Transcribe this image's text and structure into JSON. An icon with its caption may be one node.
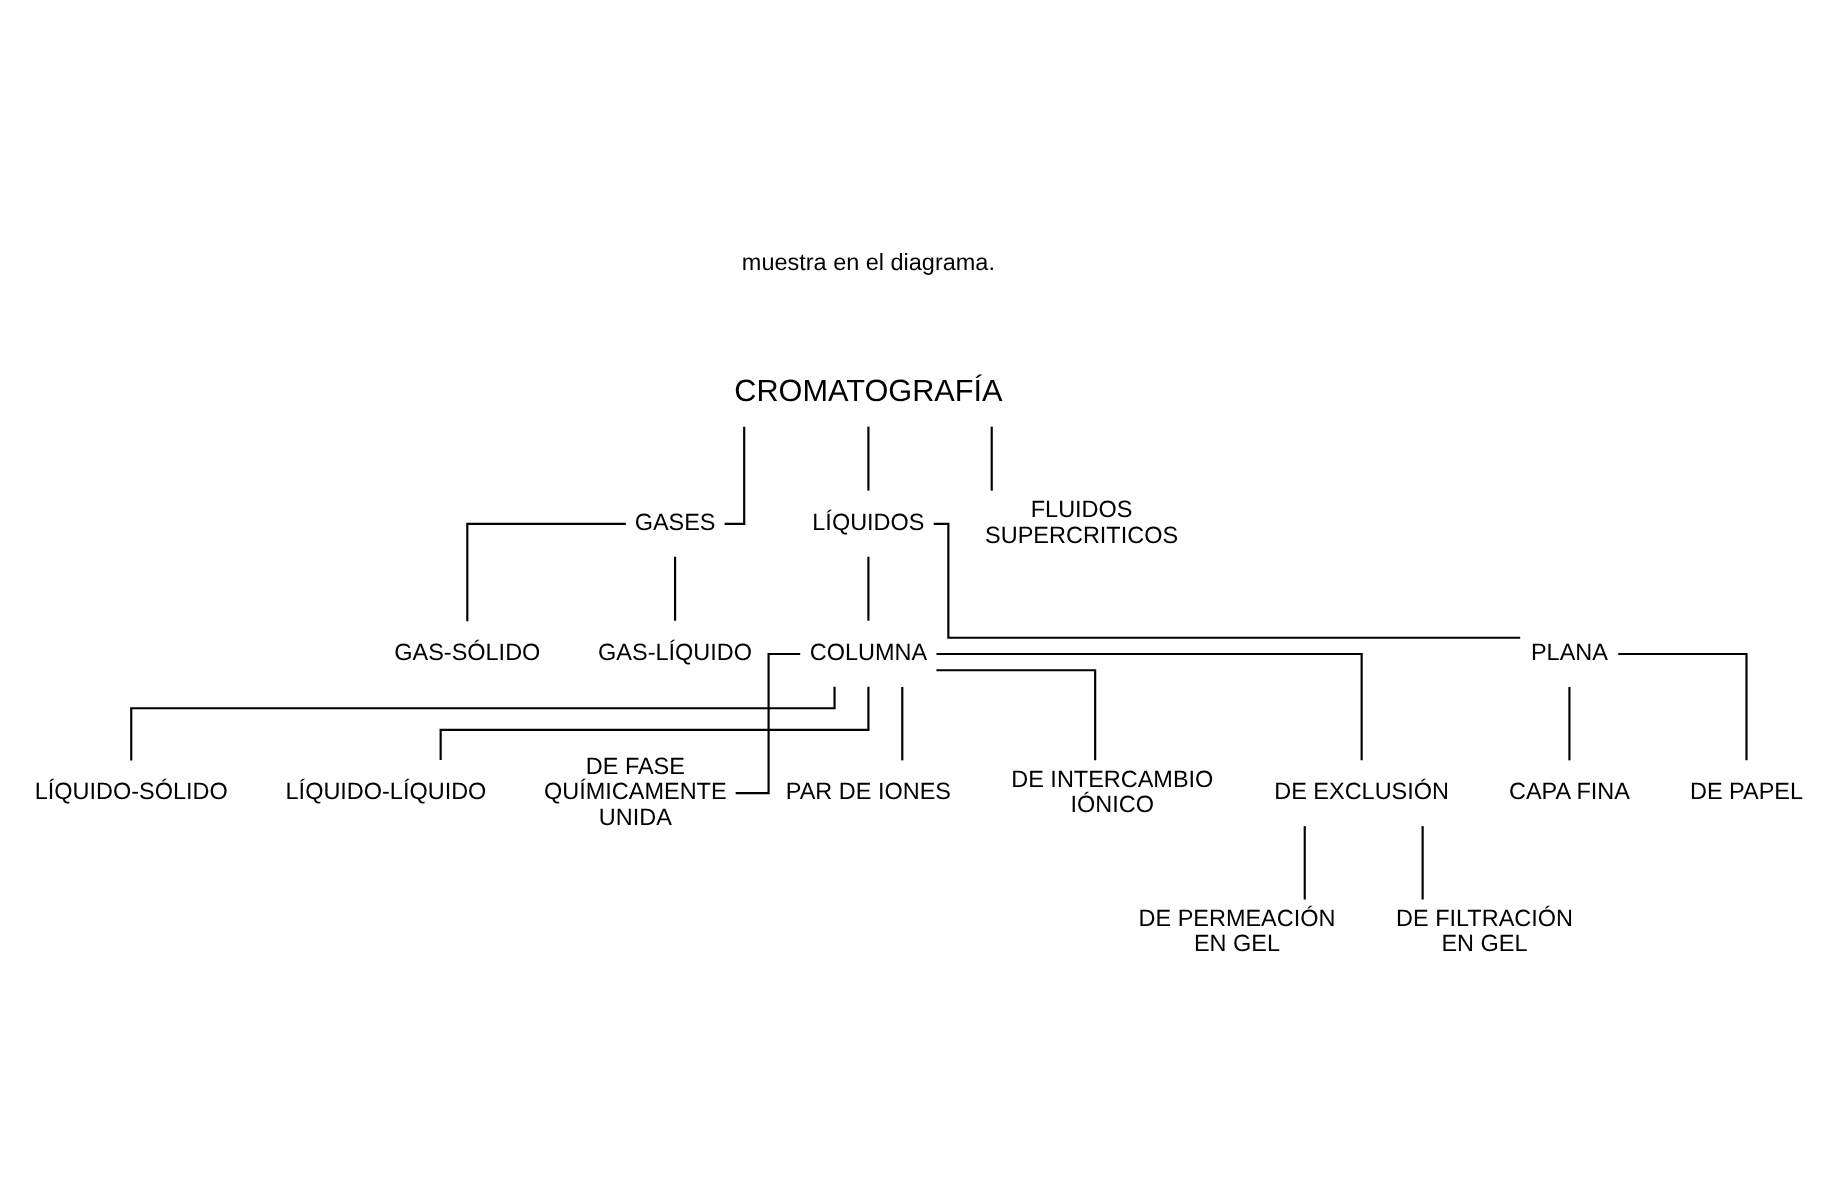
{
  "diagram": {
    "nodes": [
      {
        "text": [
          "CROMATOGRAFÍA"
        ]
      },
      {
        "text": [
          "GASES"
        ]
      },
      {
        "text": [
          "LÍQUIDOS"
        ]
      },
      {
        "text": [
          "FLUIDOS SUPERCRITICOS"
        ]
      },
      {
        "text": [
          "GAS-SÓLIDO"
        ]
      },
      {
        "text": [
          "GAS-LÍQUIDO"
        ]
      },
      {
        "text": [
          "COLUMNA"
        ]
      },
      {
        "text": [
          "PLANA"
        ]
      },
      {
        "text": [
          "CAPA FINA"
        ]
      },
      {
        "text": [
          "DE PAPEL"
        ]
      },
      {
        "text": [
          "LÍQUIDO-SÓLIDO"
        ]
      },
      {
        "text": [
          "LÍQUIDO-LÍQUIDO"
        ]
      },
      {
        "text": [
          "DE FASE QUÍMICAMENTE UNIDA"
        ]
      },
      {
        "text": [
          "PAR DE IONES"
        ]
      },
      {
        "text": [
          "DE INTERCAMBIO IÓNICO"
        ]
      },
      {
        "text": [
          "DE EXCLUSIÓN"
        ]
      },
      {
        "text": [
          "DE PERMEACIÓN EN GEL"
        ]
      },
      {
        "text": [
          "DE FILTRACIÓN EN GEL"
        ]
      }
    ],
    "edges": [
      {
        "from": 0,
        "to": 1,
        "arrow": "none"
      },
      {
        "from": 0,
        "to": 2,
        "arrow": "none"
      },
      {
        "from": 0,
        "to": 3,
        "arrow": "none"
      },
      {
        "from": 1,
        "to": 4,
        "arrow": "none"
      },
      {
        "from": 1,
        "to": 5,
        "arrow": "none"
      },
      {
        "from": 2,
        "to": 6,
        "arrow": "none"
      },
      {
        "from": 2,
        "to": 7,
        "arrow": "none"
      },
      {
        "from": 7,
        "to": 8,
        "arrow": "none"
      },
      {
        "from": 7,
        "to": 9,
        "arrow": "none"
      },
      {
        "from": 6,
        "to": 10,
        "arrow": "none"
      },
      {
        "from": 6,
        "to": 11,
        "arrow": "none"
      },
      {
        "from": 6,
        "to": 12,
        "arrow": "none"
      },
      {
        "from": 6,
        "to": 13,
        "arrow": "none"
      },
      {
        "from": 6,
        "to": 14,
        "arrow": "none"
      },
      {
        "from": 6,
        "to": 15,
        "arrow": "none"
      },
      {
        "from": 15,
        "to": 16,
        "arrow": "none"
      },
      {
        "from": 15,
        "to": 17,
        "arrow": "none"
      }
    ],
    "labels": [
      "muestra en el diagrama."
    ]
  }
}
